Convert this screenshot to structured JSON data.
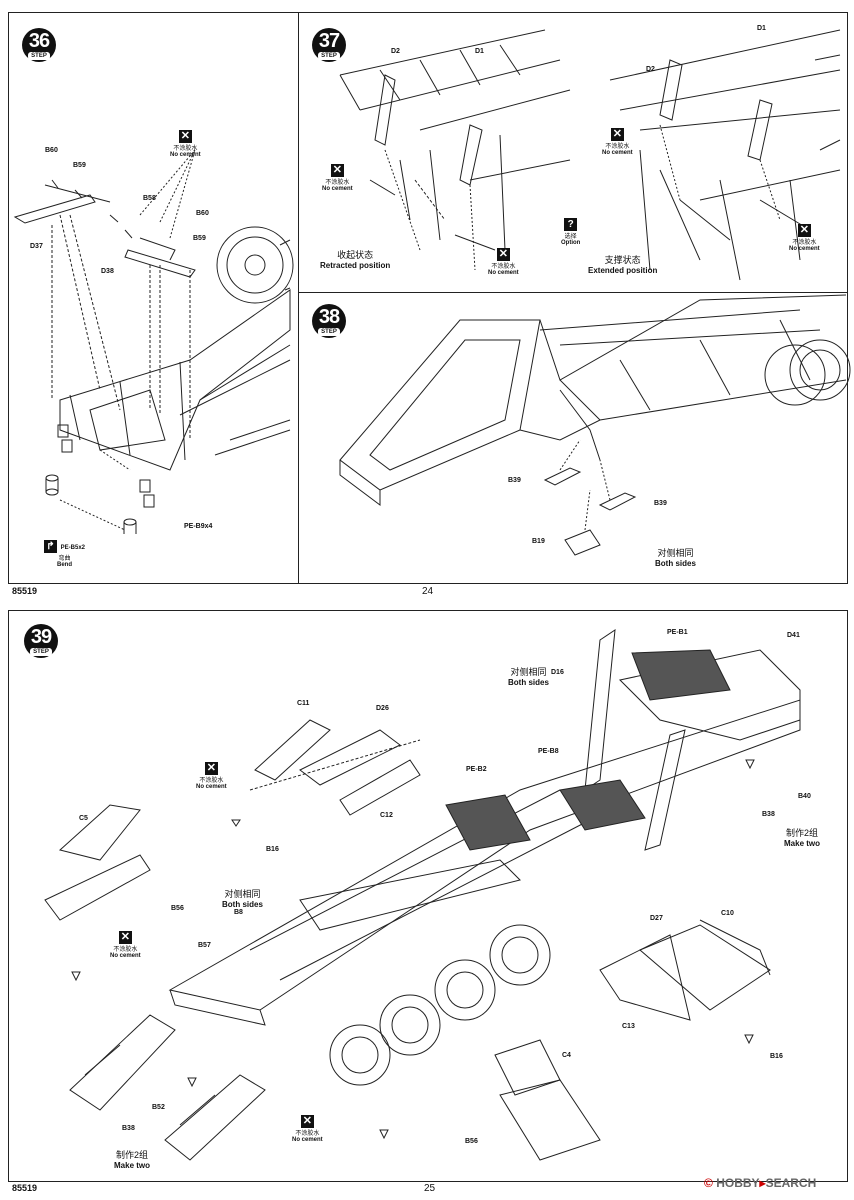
{
  "page_top": {
    "code": "85519",
    "page_number": "24",
    "step36": {
      "number": "36",
      "step_word": "STEP",
      "parts": [
        "B60",
        "B59",
        "B58",
        "B60",
        "B59",
        "D37",
        "D38",
        "PE-B9x4"
      ],
      "no_cement": {
        "zh": "不涂胶水",
        "en": "No cement"
      },
      "bend": {
        "part": "PE-B5x2",
        "zh": "弯曲",
        "en": "Bend"
      }
    },
    "step37": {
      "number": "37",
      "step_word": "STEP",
      "parts_left": [
        "D2",
        "D1"
      ],
      "parts_right": [
        "D1",
        "D2"
      ],
      "no_cement_1": {
        "zh": "不涂胶水",
        "en": "No cement"
      },
      "no_cement_2": {
        "zh": "不涂胶水",
        "en": "No cement"
      },
      "no_cement_3": {
        "zh": "不涂胶水",
        "en": "No cement"
      },
      "no_cement_4": {
        "zh": "不涂胶水",
        "en": "No cement"
      },
      "retracted": {
        "zh": "收起状态",
        "en": "Retracted position"
      },
      "extended": {
        "zh": "支撑状态",
        "en": "Extended position"
      },
      "option": {
        "zh": "选择",
        "en": "Option"
      }
    },
    "step38": {
      "number": "38",
      "step_word": "STEP",
      "parts": [
        "B39",
        "B39",
        "B19"
      ],
      "both_sides": {
        "zh": "对侧相同",
        "en": "Both sides"
      }
    }
  },
  "page_bottom": {
    "code": "85519",
    "page_number": "25",
    "step39": {
      "number": "39",
      "step_word": "STEP",
      "parts": {
        "pe_b1": "PE-B1",
        "d41": "D41",
        "d16": "D16",
        "pe_b8": "PE-B8",
        "pe_b2": "PE-B2",
        "c11": "C11",
        "d26": "D26",
        "c12": "C12",
        "b16a": "B16",
        "b40": "B40",
        "b38a": "B38",
        "c5": "C5",
        "b56a": "B56",
        "b8": "B8",
        "b57": "B57",
        "d27": "D27",
        "c10": "C10",
        "c13": "C13",
        "b16b": "B16",
        "c4": "C4",
        "b56b": "B56",
        "b38b": "B38",
        "b52": "B52"
      },
      "both_sides_top": {
        "zh": "对侧相同",
        "en": "Both sides"
      },
      "both_sides_mid": {
        "zh": "对侧相同",
        "en": "Both sides"
      },
      "make_two_right": {
        "zh": "制作2组",
        "en": "Make two"
      },
      "make_two_left": {
        "zh": "制作2组",
        "en": "Make two"
      },
      "no_cement_1": {
        "zh": "不涂胶水",
        "en": "No cement"
      },
      "no_cement_2": {
        "zh": "不涂胶水",
        "en": "No cement"
      },
      "no_cement_3": {
        "zh": "不涂胶水",
        "en": "No cement"
      }
    }
  },
  "watermark": {
    "brand": "HOBBY",
    "rest": "SEARCH",
    "symbol": "©"
  }
}
